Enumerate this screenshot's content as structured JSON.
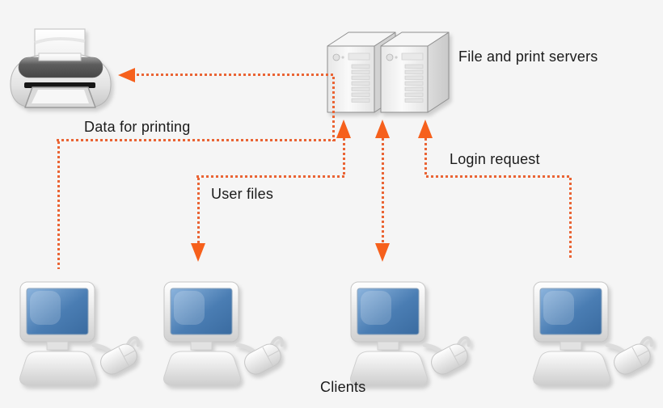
{
  "colors": {
    "background": "#f5f5f5",
    "dotted_line": "#ea6434",
    "arrowhead": "#f6601c",
    "text": "#1b1b1b",
    "screen_blue": "#4a7db3"
  },
  "labels": {
    "servers": "File and print servers",
    "clients": "Clients",
    "printing": "Data for printing",
    "user_files": "User files",
    "login": "Login request"
  },
  "nodes": {
    "printer": {
      "icon": "printer-icon",
      "count": 1
    },
    "servers": {
      "icon": "server-tower-icon",
      "count": 2
    },
    "clients": {
      "icon": "desktop-computer-icon",
      "count": 4
    }
  },
  "edges": [
    {
      "label": "Data for printing",
      "from": "client-1",
      "to": "printer",
      "style": "dotted",
      "direction": "one-way"
    },
    {
      "label": "User files",
      "from": "client-2",
      "to": "server-1",
      "style": "dotted",
      "direction": "two-way"
    },
    {
      "label": "",
      "from": "client-3",
      "to": "server-2",
      "style": "dotted",
      "direction": "two-way"
    },
    {
      "label": "Login request",
      "from": "client-4",
      "to": "server-2",
      "style": "dotted",
      "direction": "one-way"
    }
  ]
}
